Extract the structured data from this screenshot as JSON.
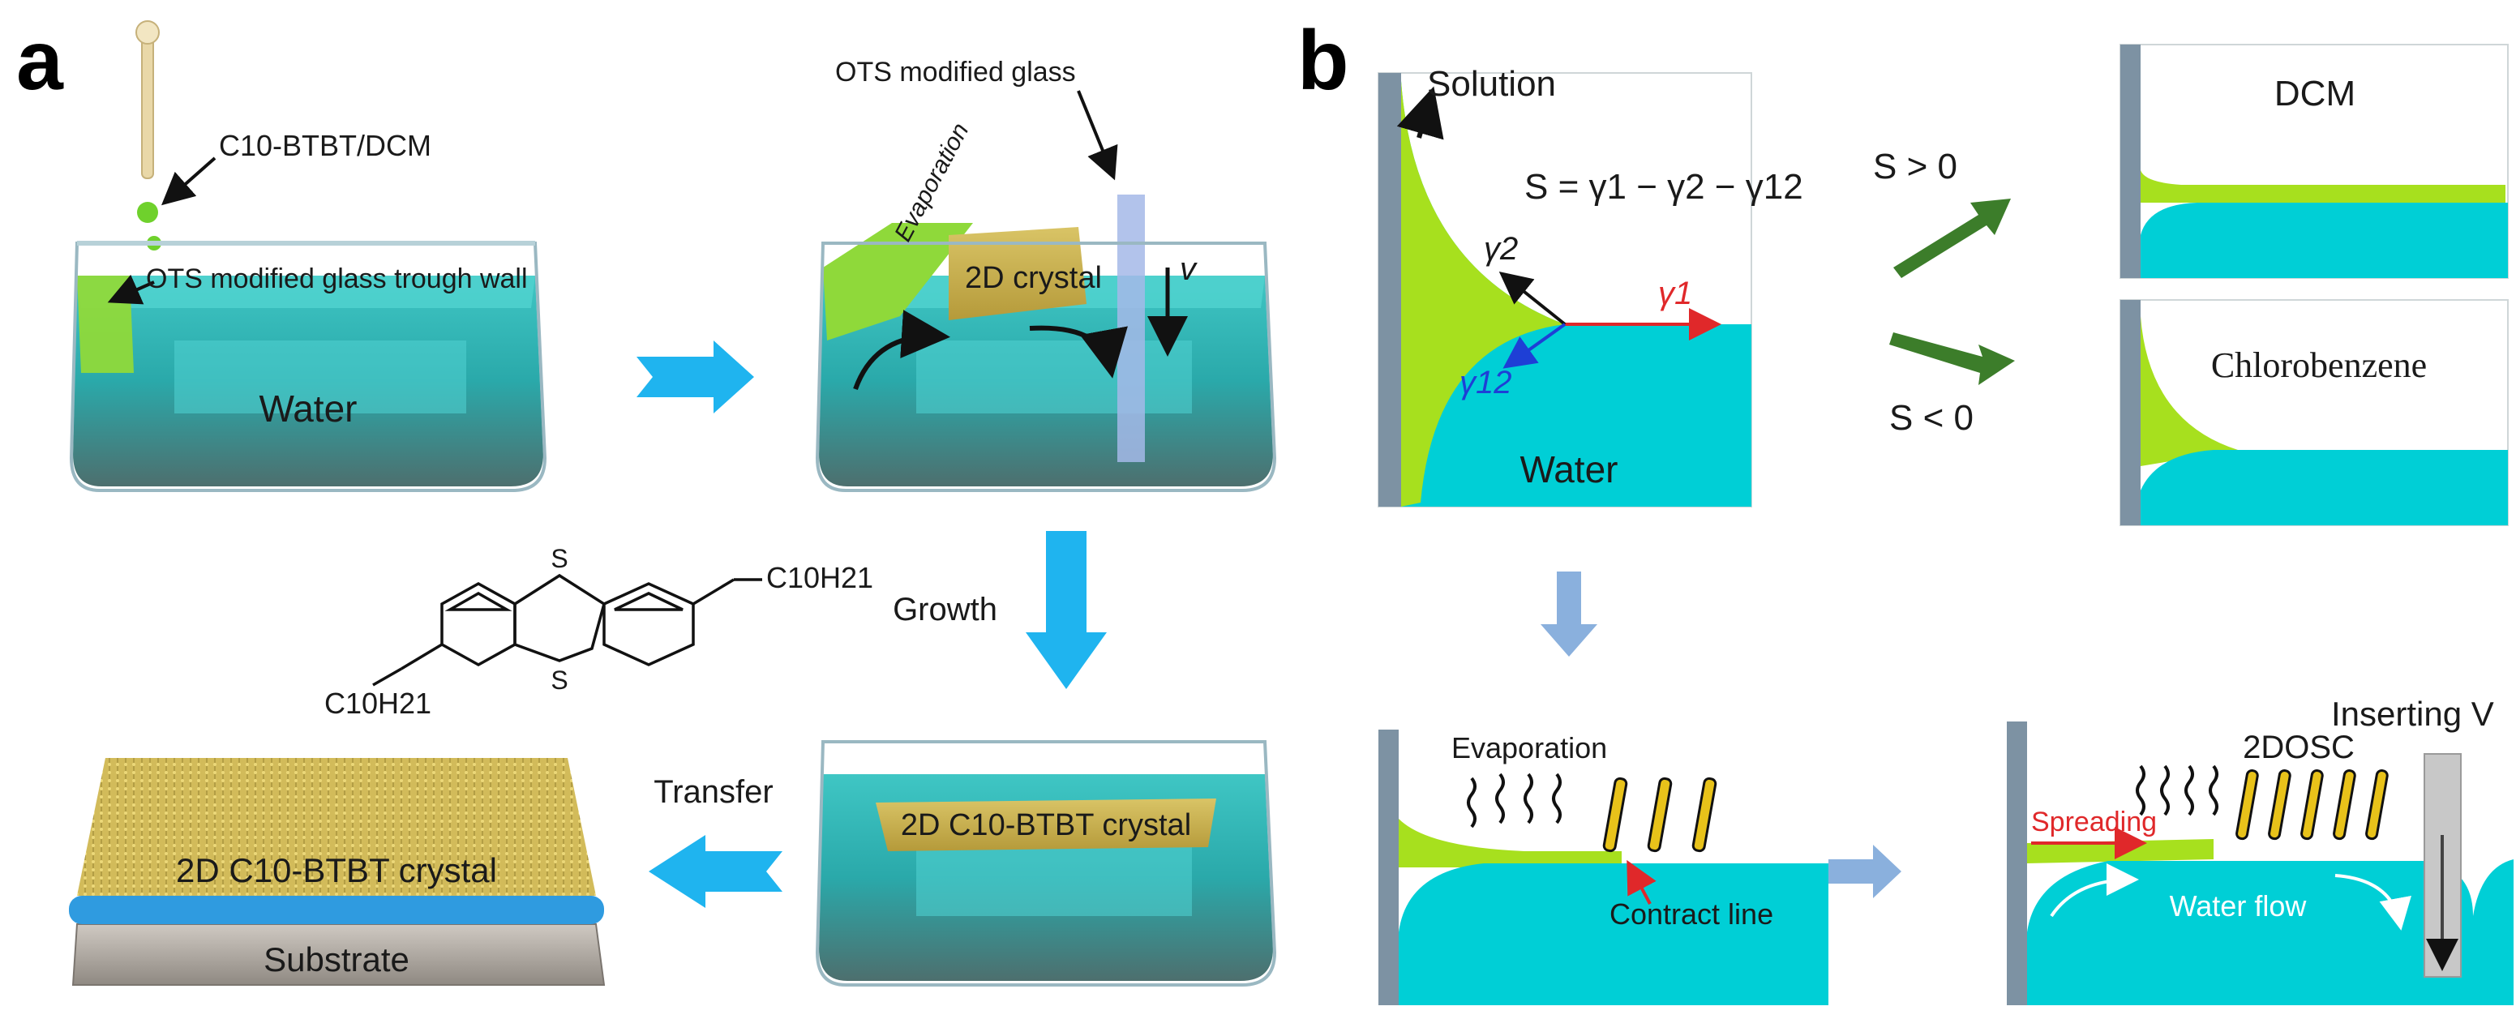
{
  "panel_a": {
    "label": "a",
    "drop_label": "C10-BTBT/DCM",
    "trough_wall_label": "OTS modified glass trough wall",
    "water_label": "Water",
    "glass_label": "OTS modified glass",
    "evaporation_label": "Evaporation",
    "crystal_label": "2D crystal",
    "velocity_label": "v",
    "growth_label": "Growth",
    "grown_crystal_label": "2D C10-BTBT crystal",
    "transfer_label": "Transfer",
    "final_crystal_label": "2D C10-BTBT crystal",
    "substrate_label": "Substrate",
    "molecule": {
      "top_group": "C10H21",
      "bottom_group": "C10H21",
      "atom_top": "S",
      "atom_bottom": "S"
    }
  },
  "panel_b": {
    "label": "b",
    "solution_label": "Solution",
    "equation": "S = γ1 − γ2 − γ12",
    "gamma1": "γ1",
    "gamma2": "γ2",
    "gamma12": "γ12",
    "water_label": "Water",
    "s_positive": "S > 0",
    "s_negative": "S < 0",
    "dcm_label": "DCM",
    "chlorobenzene_label": "Chlorobenzene",
    "evaporation_label": "Evaporation",
    "contact_line_label": "Contract line",
    "spreading_label": "Spreading",
    "water_flow_label": "Water flow",
    "inserting_label": "Inserting V",
    "osc_label": "2DOSC"
  }
}
